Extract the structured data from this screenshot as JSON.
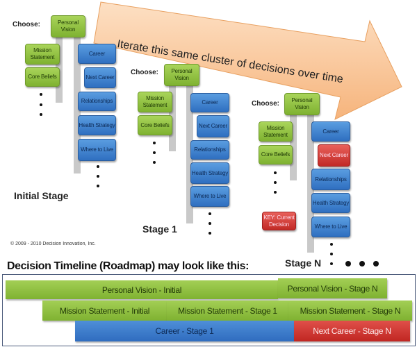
{
  "arrow": {
    "text": "Iterate this same cluster of decisions over time",
    "color": "#f9c9a0"
  },
  "stages": [
    {
      "label": "Initial Stage",
      "choose": "Choose:",
      "vision": "Personal Vision",
      "left": [
        "Mission Statement",
        "Core Beliefs"
      ],
      "right": [
        "Career",
        "Next Career",
        "Relationships",
        "Health Strategy",
        "Where to Live"
      ]
    },
    {
      "label": "Stage 1",
      "choose": "Choose:",
      "vision": "Personal Vision",
      "left": [
        "Mission Statement",
        "Core Beliefs"
      ],
      "right": [
        "Career",
        "Next Career",
        "Relationships",
        "Health Strategy",
        "Where to Live"
      ]
    },
    {
      "label": "Stage N",
      "choose": "Choose:",
      "vision": "Personal Vision",
      "left": [
        "Mission Statement",
        "Core Beliefs"
      ],
      "right": [
        "Career",
        "Next Career",
        "Relationships",
        "Health Strategy",
        "Where to Live"
      ],
      "key": "KEY: Current Decision"
    }
  ],
  "copyright": "© 2009 - 2010 Decision Innovation, Inc.",
  "timeline": {
    "title": "Decision Timeline (Roadmap) may look like this:",
    "row1": [
      "Personal Vision - Initial",
      "Personal Vision - Stage N"
    ],
    "row2": [
      "Mission Statement - Initial",
      "Mission Statement - Stage 1",
      "Mission Statement - Stage N"
    ],
    "row3": [
      "Career - Stage 1",
      "Next Career - Stage N"
    ]
  },
  "colors": {
    "green": "#8dc03c",
    "blue": "#3b7dcc",
    "red": "#d0332e",
    "orange": "#f9c9a0"
  }
}
